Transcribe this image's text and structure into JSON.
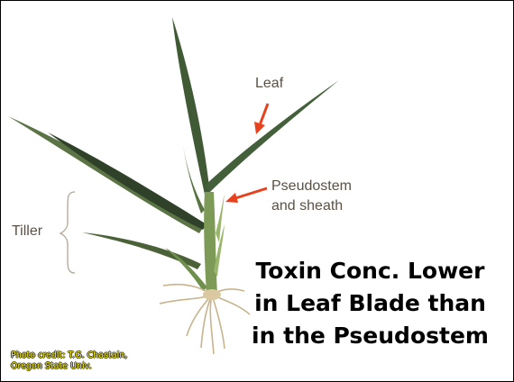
{
  "labels": {
    "leaf": "Leaf",
    "pseudostem_line1": "Pseudostem",
    "pseudostem_line2": "and sheath",
    "tiller": "Tiller"
  },
  "title_lines": [
    "Toxin Conc. Lower",
    "in Leaf Blade than",
    "in the Pseudostem"
  ],
  "credit_lines": [
    "Photo credit: T.G. Chastain,",
    "Oregon State Univ."
  ],
  "colors": {
    "arrow": "#e8411e",
    "leaf_dark": "#3f5a35",
    "leaf_light": "#7d9a57",
    "credit_text": "#f6ec00"
  }
}
